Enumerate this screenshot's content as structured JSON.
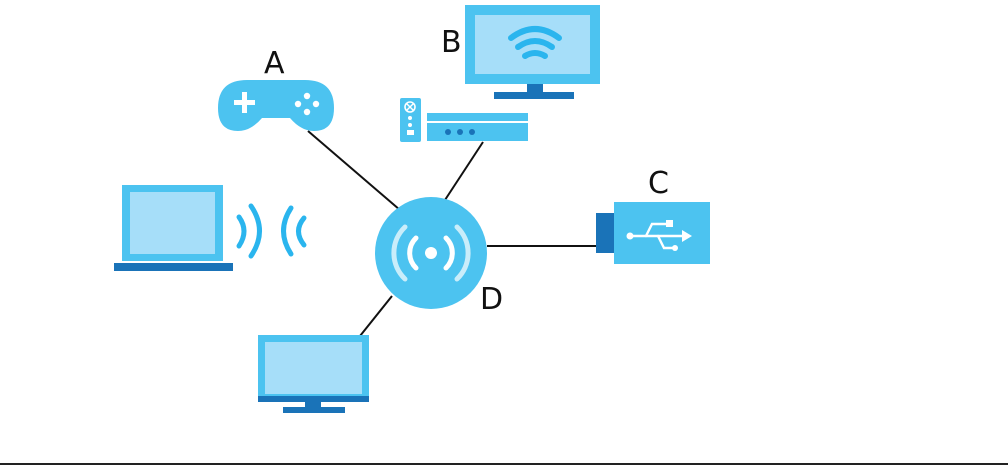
{
  "labels": {
    "a": "A",
    "b": "B",
    "c": "C",
    "d": "D"
  },
  "colors": {
    "device_fill": "#4cc3f0",
    "screen_fill": "#a6def9",
    "dark_blue": "#1a73b8",
    "wave_color": "#2ab5ee",
    "line_color": "#111111",
    "rule_color": "#222222"
  },
  "nodes": [
    {
      "id": "game-controller",
      "icon": "gamepad-icon",
      "label": "A"
    },
    {
      "id": "smart-tv",
      "icon": "smart-tv-icon",
      "label": "B"
    },
    {
      "id": "set-top-box",
      "icon": "set-top-box-icon",
      "label": ""
    },
    {
      "id": "usb-adapter",
      "icon": "usb-icon",
      "label": "C"
    },
    {
      "id": "access-point",
      "icon": "wireless-router-icon",
      "label": "D"
    },
    {
      "id": "laptop",
      "icon": "laptop-icon",
      "label": ""
    },
    {
      "id": "desktop-monitor",
      "icon": "monitor-icon",
      "label": ""
    }
  ]
}
